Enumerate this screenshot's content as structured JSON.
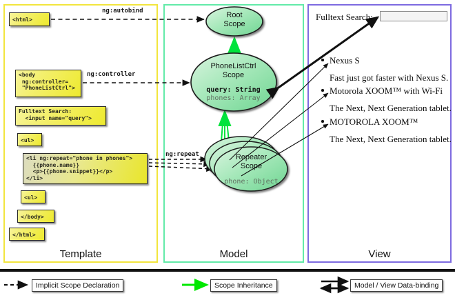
{
  "diagram": {
    "title": "AngularJS Template / Model / View data-binding diagram",
    "columns": [
      {
        "key": "template",
        "label": "Template",
        "border_color": "#f2e53d"
      },
      {
        "key": "model",
        "label": "Model",
        "border_color": "#62eaa8"
      },
      {
        "key": "view",
        "label": "View",
        "border_color": "#7d6ae0"
      }
    ]
  },
  "template": {
    "boxes": [
      {
        "name": "html-open",
        "code": "<html>"
      },
      {
        "name": "body-open",
        "code": "<body\n ng:controller=\n \"PhoneListCtrl\">"
      },
      {
        "name": "fulltext-search",
        "code": "Fulltext Search:\n  <input name=\"query\">"
      },
      {
        "name": "ul-open",
        "code": "<ul>"
      },
      {
        "name": "li-repeat",
        "code": "<li ng:repeat=\"phone in phones\">\n  {{phone.name}}\n  <p>{{phone.snippet}}</p>\n</li>"
      },
      {
        "name": "ul-close",
        "code": "<ul>"
      },
      {
        "name": "body-close",
        "code": "</body>"
      },
      {
        "name": "html-close",
        "code": "</html>"
      }
    ]
  },
  "edges": {
    "autobind": "ng:autobind",
    "controller": "ng:controller",
    "repeat": "ng:repeat"
  },
  "model": {
    "scopes": [
      {
        "name": "root-scope",
        "title_line1": "Root",
        "title_line2": "Scope",
        "properties": []
      },
      {
        "name": "phonelistctrl-scope",
        "title_line1": "PhoneListCtrl",
        "title_line2": "Scope",
        "properties": [
          {
            "text": "query: String",
            "emphasis": "strong"
          },
          {
            "text": "phones: Array",
            "emphasis": "dim"
          }
        ]
      },
      {
        "name": "repeater-scope",
        "title_line1": "Repeater",
        "title_line2": "Scope",
        "properties": [
          {
            "text": "phone: Object",
            "emphasis": "dim"
          }
        ]
      }
    ]
  },
  "view": {
    "search_label": "Fulltext Search:",
    "search_value": "",
    "search_placeholder": "",
    "phones": [
      {
        "name": "Nexus S",
        "snippet": "Fast just got faster with Nexus S."
      },
      {
        "name": "Motorola XOOM™  with Wi-Fi",
        "snippet": "The Next, Next Generation tablet."
      },
      {
        "name": "MOTOROLA XOOM™",
        "snippet": "The Next, Next Generation tablet."
      }
    ]
  },
  "legend": {
    "items": [
      {
        "name": "implicit-scope-declaration",
        "label": "Implicit Scope Declaration",
        "arrow": "dashed",
        "color": "#111111"
      },
      {
        "name": "scope-inheritance",
        "label": "Scope Inheritance",
        "arrow": "solid",
        "color": "#00e800"
      },
      {
        "name": "model-view-data-binding",
        "label": "Model / View Data-binding",
        "arrow": "double",
        "color": "#111111"
      }
    ]
  },
  "colors": {
    "scope_fill_light": "#d8f3de",
    "scope_fill_mid": "#7fdc9c",
    "inheritance_green": "#00e33c",
    "code_yellow": "#eeea2f",
    "template_border": "#f2e53d",
    "model_border": "#62eaa8",
    "view_border": "#7d6ae0"
  }
}
